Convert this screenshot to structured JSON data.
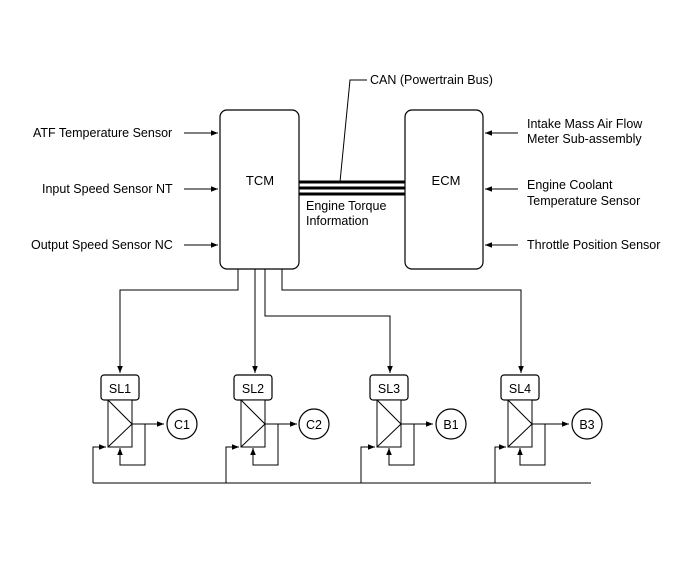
{
  "bus": {
    "label": "CAN (Powertrain Bus)",
    "signal_line1": "Engine Torque",
    "signal_line2": "Information"
  },
  "tcm": {
    "label": "TCM"
  },
  "ecm": {
    "label": "ECM"
  },
  "tcm_inputs": [
    "ATF Temperature Sensor",
    "Input Speed Sensor NT",
    "Output Speed Sensor NC"
  ],
  "ecm_inputs": {
    "maf_line1": "Intake Mass Air Flow",
    "maf_line2": "Meter Sub-assembly",
    "coolant_line1": "Engine Coolant",
    "coolant_line2": "Temperature Sensor",
    "throttle": "Throttle Position Sensor"
  },
  "solenoids": [
    {
      "label": "SL1",
      "clutch": "C1"
    },
    {
      "label": "SL2",
      "clutch": "C2"
    },
    {
      "label": "SL3",
      "clutch": "B1"
    },
    {
      "label": "SL4",
      "clutch": "B3"
    }
  ]
}
